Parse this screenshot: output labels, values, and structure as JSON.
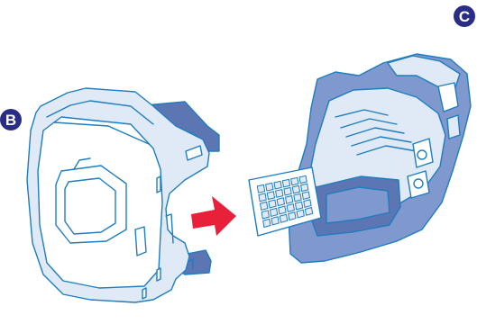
{
  "callouts": {
    "b": {
      "label": "B",
      "part": "left-housing"
    },
    "c": {
      "label": "C",
      "part": "right-filter-assembly"
    }
  },
  "colors": {
    "outline": "#1f7dbf",
    "fill_light": "#dfeaf6",
    "fill_white": "#ffffff",
    "fill_blue": "#7f98cd",
    "fill_dark": "#5b76b3",
    "arrow": "#e8203a",
    "callout": "#2a2d86"
  },
  "icons": {
    "arrow": "arrow-right-icon"
  }
}
